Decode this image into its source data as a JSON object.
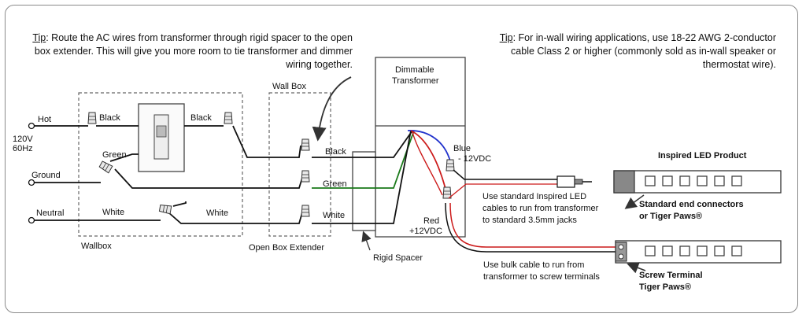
{
  "tips": {
    "left": {
      "prefix": "Tip",
      "text": ": Route the AC wires from transformer through rigid spacer to the open box extender. This will give you more room to tie transformer and dimmer wiring together."
    },
    "right": {
      "prefix": "Tip",
      "text": ": For in-wall wiring applications, use 18-22 AWG 2-conductor cable Class 2 or higher (commonly sold as in-wall speaker or thermostat wire)."
    }
  },
  "lines": {
    "hot": "Hot",
    "voltage": "120V",
    "frequency": "60Hz",
    "ground": "Ground",
    "neutral": "Neutral"
  },
  "wires": {
    "black_1": "Black",
    "black_2": "Black",
    "black_3": "Black",
    "green_1": "Green",
    "green_2": "Green",
    "white_1": "White",
    "white_2": "White",
    "white_3": "White"
  },
  "boxes": {
    "wallbox": "Wallbox",
    "wall_box": "Wall Box",
    "open_box_extender": "Open Box Extender",
    "rigid_spacer": "Rigid Spacer",
    "transformer_line1": "Dimmable",
    "transformer_line2": "Transformer"
  },
  "dc": {
    "blue": "Blue",
    "blue_voltage": "- 12VDC",
    "red": "Red",
    "red_voltage": "+12VDC"
  },
  "notes": {
    "cable_line1": "Use standard Inspired LED",
    "cable_line2": "cables to run from transformer",
    "cable_line3": "to standard 3.5mm jacks",
    "bulk_line1": "Use bulk cable to run from",
    "bulk_line2": "transformer to screw terminals"
  },
  "product": {
    "title": "Inspired LED  Product",
    "end_connectors_line1": "Standard end connectors",
    "end_connectors_line2": "or Tiger Paws®",
    "screw_terminal_line1": "Screw Terminal",
    "screw_terminal_line2": "Tiger Paws®"
  },
  "colors": {
    "black_wire": "#111111",
    "green_wire": "#1a7a1a",
    "red_wire": "#cc1a1a",
    "blue_wire": "#2233cc",
    "frame": "#8a8a8a"
  }
}
